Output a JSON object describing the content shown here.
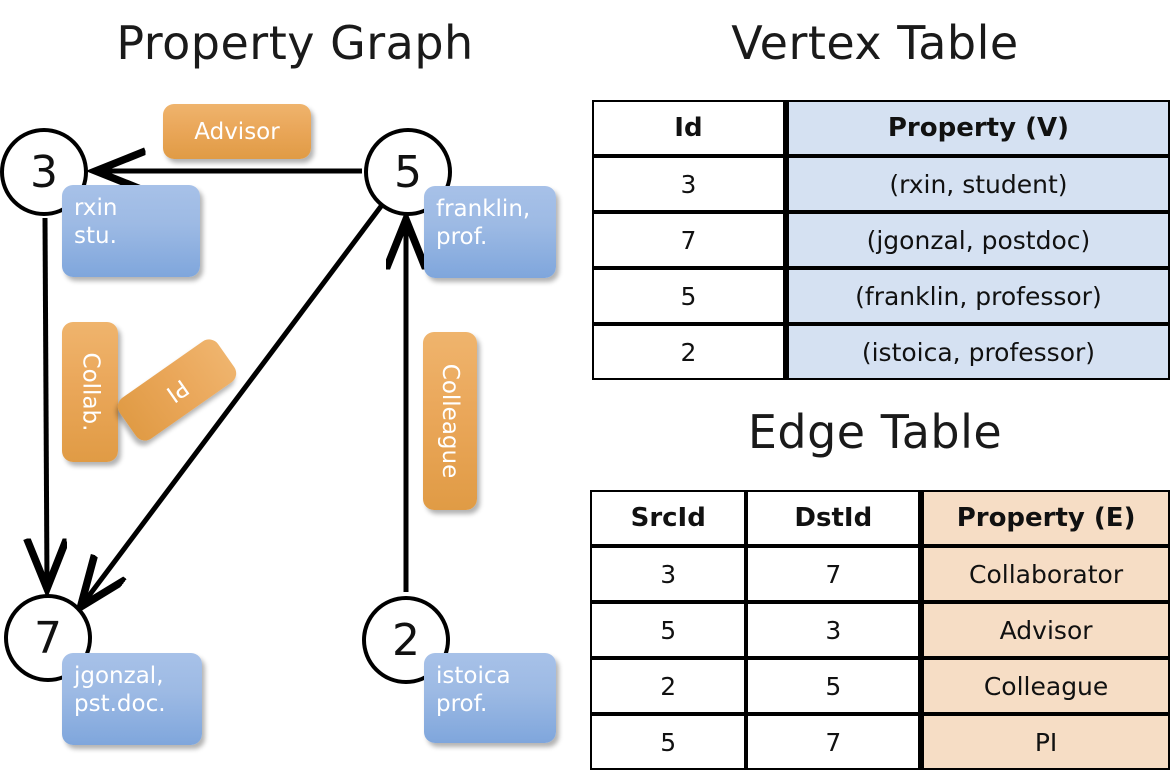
{
  "titles": {
    "property_graph": "Property Graph",
    "vertex_table": "Vertex Table",
    "edge_table": "Edge Table"
  },
  "graph": {
    "nodes": [
      {
        "id": "3",
        "property": "rxin\nstu."
      },
      {
        "id": "5",
        "property": "franklin,\nprof."
      },
      {
        "id": "7",
        "property": "jgonzal,\npst.doc."
      },
      {
        "id": "2",
        "property": "istoica\nprof."
      }
    ],
    "node_labels": {
      "n3": "3",
      "n5": "5",
      "n7": "7",
      "n2": "2"
    },
    "property_boxes": {
      "rxin_line1": "rxin",
      "rxin_line2": "stu.",
      "franklin_line1": "franklin,",
      "franklin_line2": "prof.",
      "jgonzal_line1": "jgonzal,",
      "jgonzal_line2": "pst.doc.",
      "istoica_line1": "istoica",
      "istoica_line2": "prof."
    },
    "edge_labels": {
      "advisor": "Advisor",
      "collab": "Collab.",
      "pi": "PI",
      "colleague": "Colleague"
    },
    "edges": [
      {
        "from": "5",
        "to": "3",
        "label": "Advisor"
      },
      {
        "from": "3",
        "to": "7",
        "label": "Collab."
      },
      {
        "from": "5",
        "to": "7",
        "label": "PI"
      },
      {
        "from": "2",
        "to": "5",
        "label": "Colleague"
      }
    ]
  },
  "vertex_table": {
    "headers": [
      "Id",
      "Property (V)"
    ],
    "rows": [
      {
        "id": "3",
        "property": "(rxin, student)"
      },
      {
        "id": "7",
        "property": "(jgonzal, postdoc)"
      },
      {
        "id": "5",
        "property": "(franklin, professor)"
      },
      {
        "id": "2",
        "property": "(istoica, professor)"
      }
    ]
  },
  "edge_table": {
    "headers": [
      "SrcId",
      "DstId",
      "Property (E)"
    ],
    "rows": [
      {
        "src": "3",
        "dst": "7",
        "property": "Collaborator"
      },
      {
        "src": "5",
        "dst": "3",
        "property": "Advisor"
      },
      {
        "src": "2",
        "dst": "5",
        "property": "Colleague"
      },
      {
        "src": "5",
        "dst": "7",
        "property": "PI"
      }
    ]
  },
  "colors": {
    "vertex_property_fill": "#d5e1f2",
    "edge_property_fill": "#f6ddc5",
    "node_property_box": "#9dbae4",
    "edge_label_box": "#eaa75a",
    "stroke": "#000000"
  }
}
